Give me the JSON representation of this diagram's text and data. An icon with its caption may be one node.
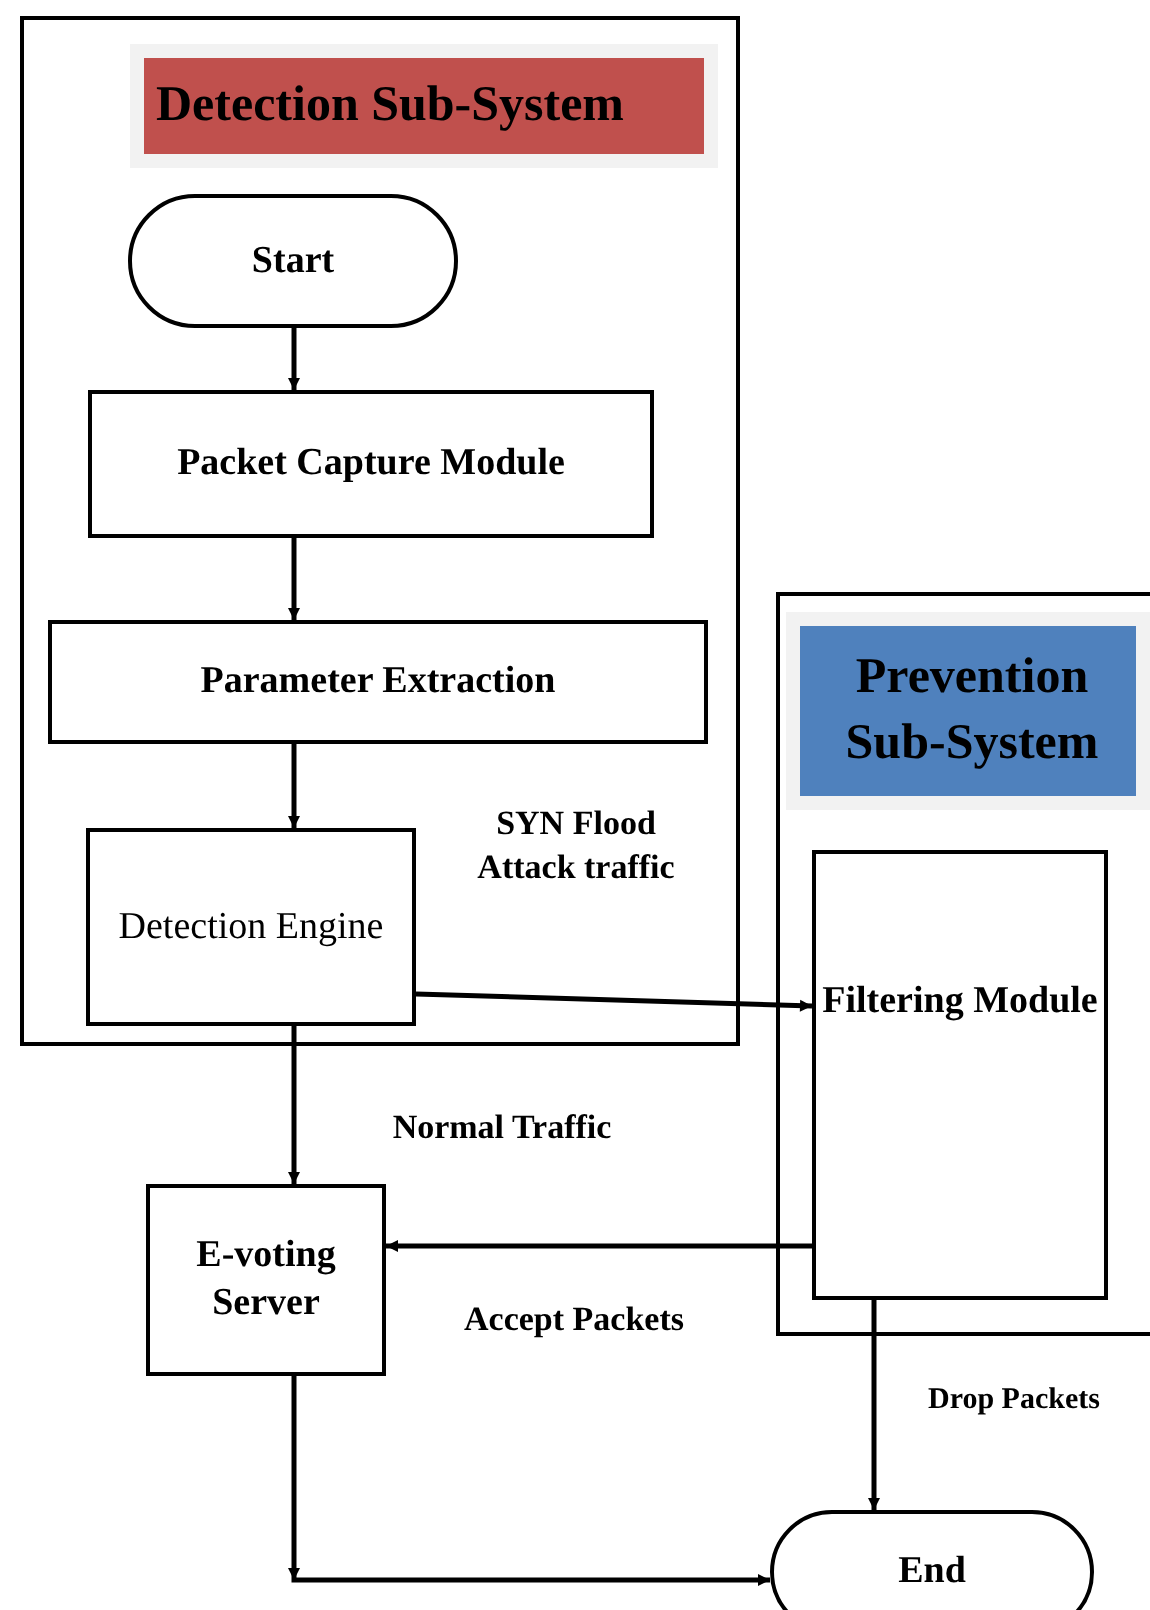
{
  "diagram": {
    "nodes": [
      {
        "text": [
          "Detection Sub-System"
        ]
      },
      {
        "text": [
          "Start"
        ],
        "in": 0
      },
      {
        "text": [
          "Packet Capture Module"
        ],
        "in": 0
      },
      {
        "text": [
          "Parameter Extraction"
        ],
        "in": 0
      },
      {
        "text": [
          "Detection Engine"
        ],
        "in": 0
      },
      {
        "text": [
          "Prevention Sub-System"
        ]
      },
      {
        "text": [
          "Filtering Module"
        ],
        "in": 5
      },
      {
        "text": [
          "E-voting Server"
        ]
      },
      {
        "text": [
          "End"
        ]
      }
    ],
    "edges": [
      {
        "from": 1,
        "to": 2,
        "arrow": "to"
      },
      {
        "from": 2,
        "to": 3,
        "arrow": "to"
      },
      {
        "from": 3,
        "to": 4,
        "arrow": "to"
      },
      {
        "from": 4,
        "to": 6,
        "arrow": "to",
        "label": "SYN Flood Attack traffic"
      },
      {
        "from": 4,
        "to": 7,
        "arrow": "to",
        "label": "Normal Traffic"
      },
      {
        "from": 6,
        "to": 7,
        "arrow": "to",
        "label": "Accept Packets"
      },
      {
        "from": 6,
        "to": 8,
        "arrow": "to",
        "label": "Drop Packets"
      },
      {
        "from": 7,
        "to": 8,
        "arrow": "to"
      }
    ]
  }
}
